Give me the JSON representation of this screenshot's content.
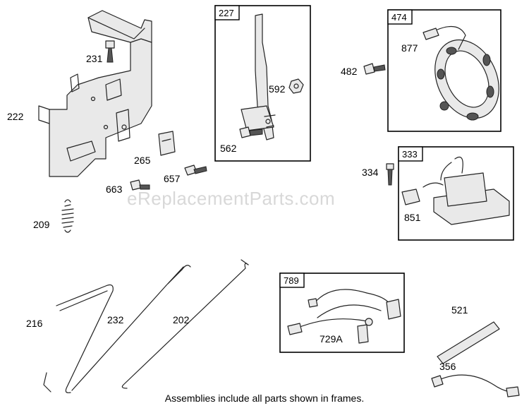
{
  "watermark": "eReplacementParts.com",
  "caption": "Assemblies include all parts shown in frames.",
  "parts": {
    "p231": "231",
    "p222": "222",
    "p265": "265",
    "p657": "657",
    "p663": "663",
    "p209": "209",
    "p592": "592",
    "p562": "562",
    "p482": "482",
    "p877": "877",
    "p334": "334",
    "p851": "851",
    "p216": "216",
    "p232": "232",
    "p202": "202",
    "p729a": "729A",
    "p521": "521",
    "p356": "356"
  },
  "assemblies": {
    "a227": "227",
    "a474": "474",
    "a333": "333",
    "a789": "789"
  }
}
